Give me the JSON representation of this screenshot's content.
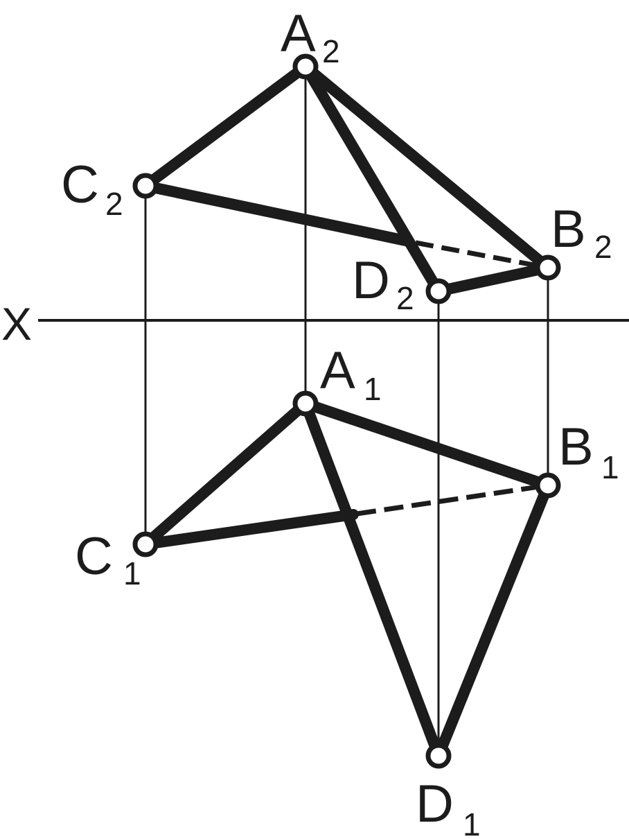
{
  "axis": {
    "label": "X"
  },
  "colors": {
    "stroke": "#1c1c1c",
    "background": "#ffffff",
    "point_fill": "#ffffff"
  },
  "frontal_projection": {
    "points": [
      {
        "id": "A2",
        "letter": "A",
        "index": "2"
      },
      {
        "id": "B2",
        "letter": "B",
        "index": "2"
      },
      {
        "id": "C2",
        "letter": "C",
        "index": "2"
      },
      {
        "id": "D2",
        "letter": "D",
        "index": "2"
      }
    ]
  },
  "horizontal_projection": {
    "points": [
      {
        "id": "A1",
        "letter": "A",
        "index": "1"
      },
      {
        "id": "B1",
        "letter": "B",
        "index": "1"
      },
      {
        "id": "C1",
        "letter": "C",
        "index": "1"
      },
      {
        "id": "D1",
        "letter": "D",
        "index": "1"
      }
    ]
  }
}
